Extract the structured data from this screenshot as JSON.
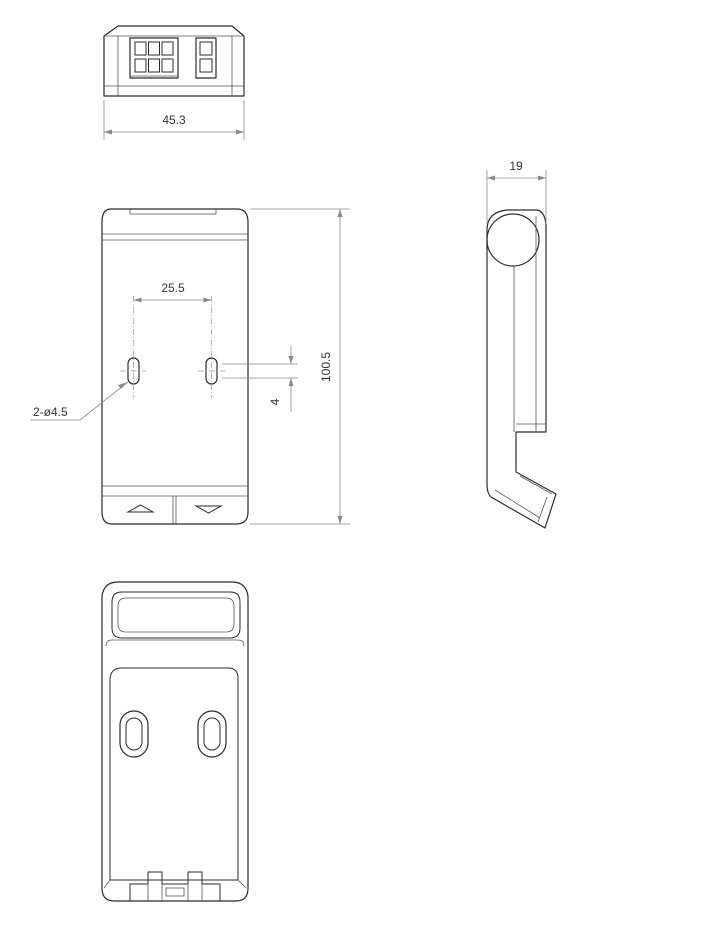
{
  "dimensions": {
    "top_width": "45.3",
    "hole_spacing": "25.5",
    "height": "100.5",
    "side_depth": "19",
    "slot_offset": "4",
    "hole_callout": "2-ø4.5"
  }
}
